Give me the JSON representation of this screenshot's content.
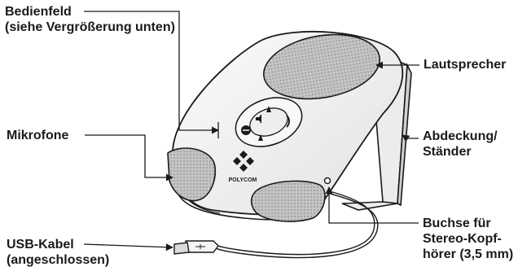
{
  "labels": {
    "bedienfeld": {
      "line1": "Bedienfeld",
      "line2": "(siehe Vergrößerung unten)"
    },
    "mikrofone": {
      "line1": "Mikrofone"
    },
    "usb_kabel": {
      "line1": "USB-Kabel",
      "line2": "(angeschlossen)"
    },
    "lautsprecher": {
      "line1": "Lautsprecher"
    },
    "abdeckung": {
      "line1": "Abdeckung/",
      "line2": "Ständer"
    },
    "buchse": {
      "line1": "Buchse für",
      "line2": "Stereo-Kopf-",
      "line3": "hörer (3,5 mm)"
    }
  },
  "device": {
    "brand": "POLYCOM"
  },
  "colors": {
    "outline": "#1a1a1a",
    "body": "#f4f4f4",
    "grille": "#b9b9b9"
  }
}
